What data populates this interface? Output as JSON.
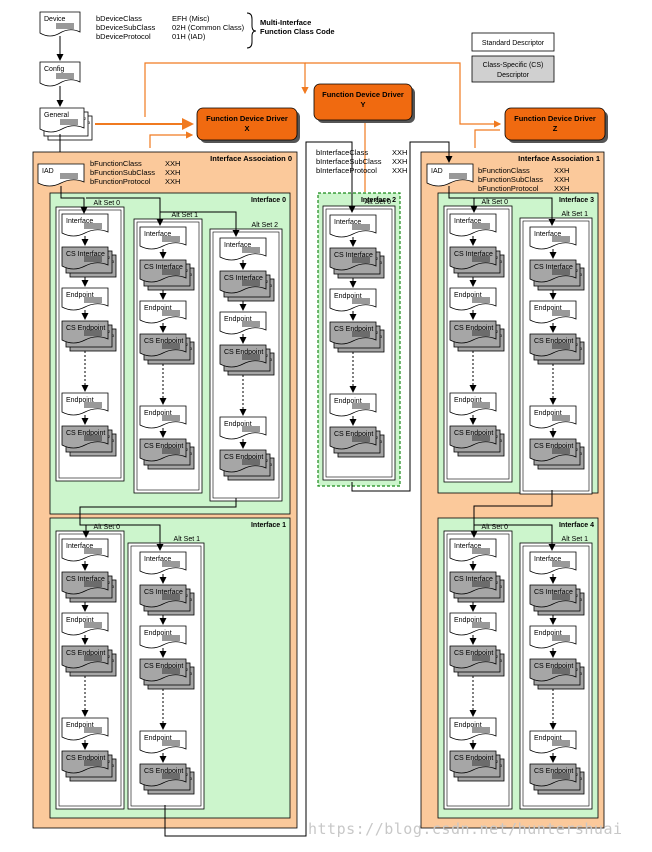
{
  "header": {
    "device_fields": [
      {
        "name": "bDeviceClass",
        "value": "EFH (Misc)"
      },
      {
        "name": "bDeviceSubClass",
        "value": "02H (Common Class)"
      },
      {
        "name": "bDeviceProtocol",
        "value": "01H (IAD)"
      }
    ],
    "brace_label_1": "Multi-Interface",
    "brace_label_2": "Function Class Code"
  },
  "legend": {
    "standard": "Standard Descriptor",
    "cs_line1": "Class-Specific (CS)",
    "cs_line2": "Descriptor"
  },
  "descriptors": {
    "device": "Device",
    "config": "Config",
    "general": "General",
    "iad": "IAD",
    "interface": "Interface",
    "cs_interface": "CS Interface",
    "endpoint": "Endpoint",
    "cs_endpoint": "CS Endpoint"
  },
  "drivers": {
    "x_title": "Function Device Driver",
    "x_id": "X",
    "y_title": "Function Device Driver",
    "y_id": "Y",
    "z_title": "Function Device Driver",
    "z_id": "Z"
  },
  "iad_fields": [
    {
      "name": "bFunctionClass",
      "value": "XXH"
    },
    {
      "name": "bFunctionSubClass",
      "value": "XXH"
    },
    {
      "name": "bFunctionProtocol",
      "value": "XXH"
    }
  ],
  "interface2_fields": [
    {
      "name": "bInterfaceClass",
      "value": "XXH"
    },
    {
      "name": "bInterfaceSubClass",
      "value": "XXH"
    },
    {
      "name": "bInterfaceProtocol",
      "value": "XXH"
    }
  ],
  "associations": {
    "a0": "Interface Association 0",
    "a1": "Interface Association 1"
  },
  "interfaces": {
    "i0": "Interface 0",
    "i1": "Interface 1",
    "i2": "Interface 2",
    "i3": "Interface 3",
    "i4": "Interface 4"
  },
  "alt_sets": {
    "s0": "Alt Set 0",
    "s1": "Alt Set 1",
    "s2": "Alt Set 2"
  },
  "watermark": "https://blog.csdn.net/huntershuai",
  "colors": {
    "association_fill": "#fbc99b",
    "interface_fill": "#ccf5cc",
    "driver_fill": "#f06a10",
    "arrow_orange": "#f07a20",
    "cs_fill": "#a6a6a6"
  }
}
